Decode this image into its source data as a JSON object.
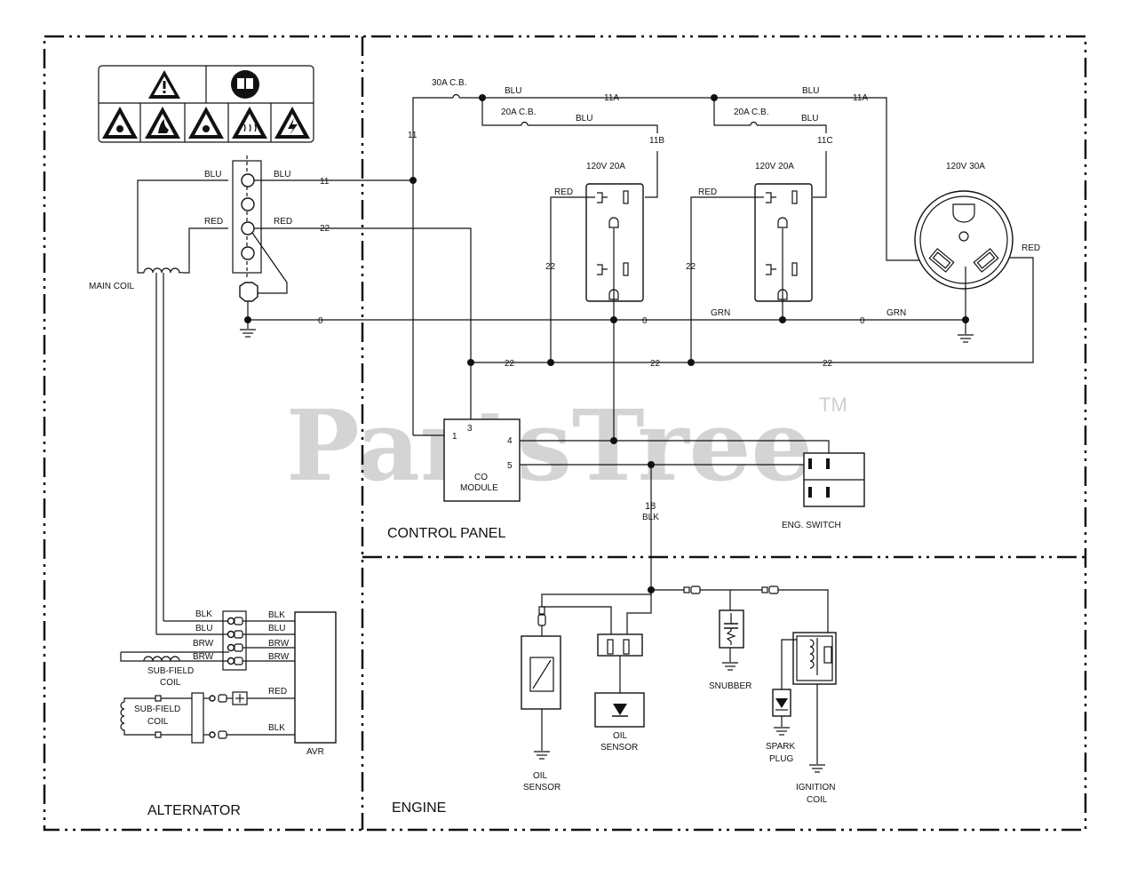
{
  "watermark": {
    "text": "PartsTree",
    "tm": "TM"
  },
  "sections": {
    "alternator": "ALTERNATOR",
    "control_panel": "CONTROL PANEL",
    "engine": "ENGINE"
  },
  "components": {
    "main_coil": "MAIN COIL",
    "sub_field_coil_1": [
      "SUB-FIELD",
      "COIL"
    ],
    "sub_field_coil_2": [
      "SUB-FIELD",
      "COIL"
    ],
    "avr": "AVR",
    "co_module": [
      "CO",
      "MODULE"
    ],
    "eng_switch": "ENG. SWITCH",
    "outlet_20a_1": "120V 20A",
    "outlet_20a_2": "120V 20A",
    "outlet_30a": "120V 30A",
    "breaker_30a": "30A C.B.",
    "breaker_20a_1": "20A C.B.",
    "breaker_20a_2": "20A C.B.",
    "oil_sensor_1": [
      "OIL",
      "SENSOR"
    ],
    "oil_sensor_2": [
      "OIL",
      "SENSOR"
    ],
    "snubber": "SNUBBER",
    "spark_plug": [
      "SPARK",
      "PLUG"
    ],
    "ignition_coil": [
      "IGNITION",
      "COIL"
    ]
  },
  "wires": {
    "blu": "BLU",
    "red": "RED",
    "grn": "GRN",
    "blk": "BLK",
    "brw": "BRW",
    "n11": "11",
    "n22": "22",
    "n0": "0",
    "n11a": "11A",
    "n11b": "11B",
    "n11c": "11C",
    "n18": "18",
    "co_pins": [
      "1",
      "3",
      "4",
      "5"
    ]
  }
}
